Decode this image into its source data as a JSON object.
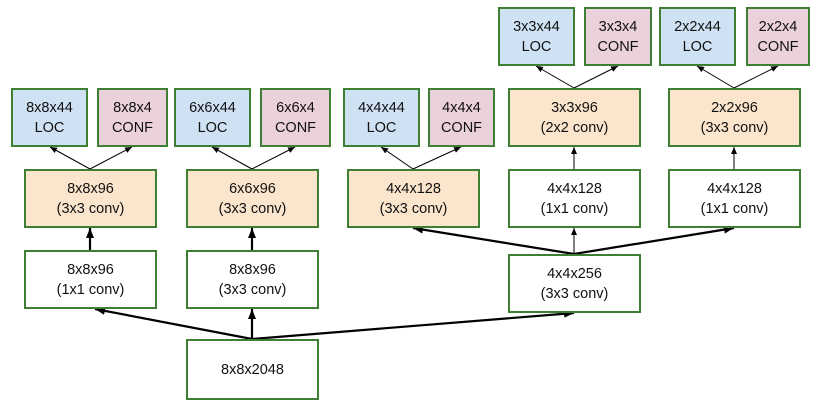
{
  "colors": {
    "border": "#3f7f34",
    "plain_fill": "#ffffff",
    "conv_fill": "#fbe5cd",
    "loc_fill": "#cfe2f3",
    "conf_fill": "#ead1dc",
    "arrow": "#000000"
  },
  "nodes": {
    "input": [
      "8x8x2048"
    ],
    "b1_reduce": [
      "8x8x96",
      "(1x1 conv)"
    ],
    "b1_conv": [
      "8x8x96",
      "(3x3 conv)"
    ],
    "b1_loc": [
      "8x8x44",
      "LOC"
    ],
    "b1_conf": [
      "8x8x4",
      "CONF"
    ],
    "b2_reduce": [
      "8x8x96",
      "(3x3 conv)"
    ],
    "b2_conv": [
      "6x6x96",
      "(3x3 conv)"
    ],
    "b2_loc": [
      "6x6x44",
      "LOC"
    ],
    "b2_conf": [
      "6x6x4",
      "CONF"
    ],
    "b3_reduce": [
      "4x4x256",
      "(3x3 conv)"
    ],
    "b3_conv": [
      "4x4x128",
      "(3x3 conv)"
    ],
    "b3_loc": [
      "4x4x44",
      "LOC"
    ],
    "b3_conf": [
      "4x4x4",
      "CONF"
    ],
    "b4_reduce": [
      "4x4x128",
      "(1x1 conv)"
    ],
    "b4_conv": [
      "3x3x96",
      "(2x2 conv)"
    ],
    "b4_loc": [
      "3x3x44",
      "LOC"
    ],
    "b4_conf": [
      "3x3x4",
      "CONF"
    ],
    "b5_reduce": [
      "4x4x128",
      "(1x1 conv)"
    ],
    "b5_conv": [
      "2x2x96",
      "(3x3 conv)"
    ],
    "b5_loc": [
      "2x2x44",
      "LOC"
    ],
    "b5_conf": [
      "2x2x4",
      "CONF"
    ]
  }
}
